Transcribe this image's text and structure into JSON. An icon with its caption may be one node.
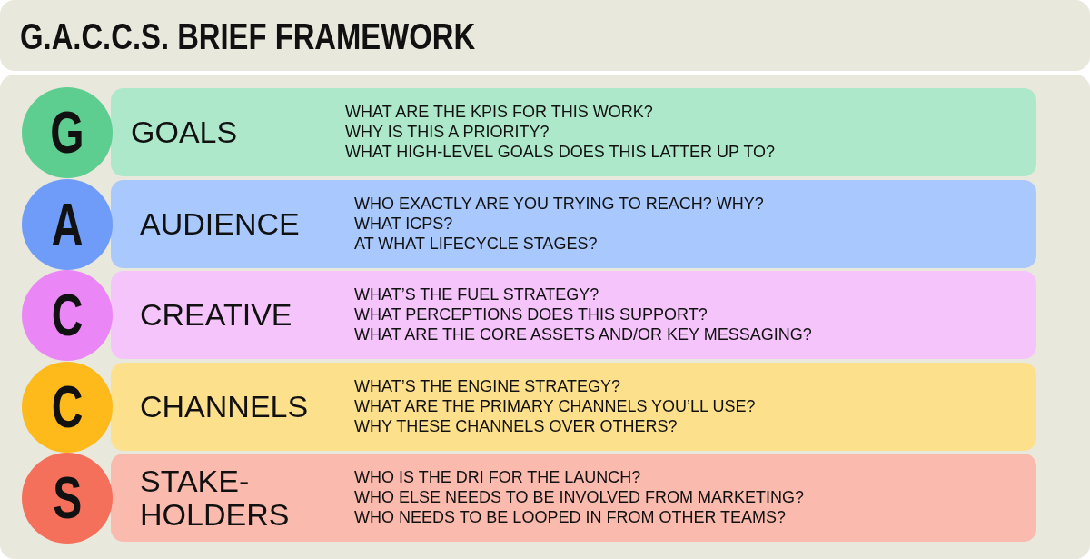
{
  "diagram": {
    "title": "G.A.C.C.S. BRIEF FRAMEWORK",
    "nodes": [
      {
        "text": [
          "G"
        ]
      },
      {
        "text": [
          "GOALS",
          "WHAT ARE THE KPIS FOR THIS WORK?",
          "WHY IS THIS A PRIORITY?",
          "WHAT HIGH-LEVEL GOALS DOES THIS LATTER UP TO?"
        ]
      },
      {
        "text": [
          "A"
        ]
      },
      {
        "text": [
          "AUDIENCE",
          "WHO EXACTLY ARE YOU TRYING TO REACH? WHY?",
          "WHAT ICPS?",
          "AT WHAT LIFECYCLE STAGES?"
        ]
      },
      {
        "text": [
          "C"
        ]
      },
      {
        "text": [
          "CREATIVE",
          "WHAT’S THE FUEL STRATEGY?",
          "WHAT PERCEPTIONS DOES THIS SUPPORT?",
          "WHAT ARE THE CORE ASSETS AND/OR KEY MESSAGING?"
        ]
      },
      {
        "text": [
          "C"
        ]
      },
      {
        "text": [
          "CHANNELS",
          "WHAT’S THE ENGINE STRATEGY?",
          "WHAT ARE THE PRIMARY CHANNELS YOU’LL USE?",
          "WHY THESE CHANNELS OVER OTHERS?"
        ]
      },
      {
        "text": [
          "S"
        ]
      },
      {
        "text": [
          "STAKE-HOLDERS",
          "WHO IS THE DRI FOR THE LAUNCH?",
          "WHO ELSE NEEDS TO BE INVOLVED FROM MARKETING?",
          "WHO NEEDS TO BE LOOPED IN FROM OTHER TEAMS?"
        ]
      }
    ]
  }
}
